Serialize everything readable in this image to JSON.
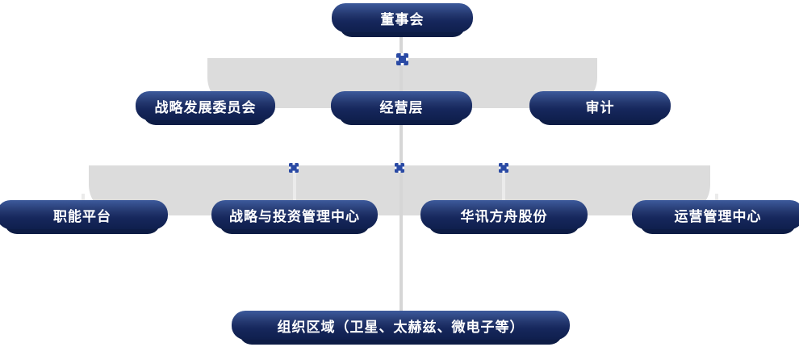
{
  "chart": {
    "type": "org-chart",
    "nodes": [
      {
        "id": "board",
        "label": "董事会",
        "level": 1,
        "reports_to": null
      },
      {
        "id": "strategy-committee",
        "label": "战略发展委员会",
        "level": 2,
        "reports_to": "董事会"
      },
      {
        "id": "management",
        "label": "经营层",
        "level": 2,
        "reports_to": "董事会"
      },
      {
        "id": "audit",
        "label": "审计",
        "level": 2,
        "reports_to": "董事会"
      },
      {
        "id": "functional-platform",
        "label": "职能平台",
        "level": 3,
        "reports_to": "经营层"
      },
      {
        "id": "strategy-investment-center",
        "label": "战略与投资管理中心",
        "level": 3,
        "reports_to": "经营层"
      },
      {
        "id": "huaxun-fangzhou",
        "label": "华讯方舟股份",
        "level": 3,
        "reports_to": "经营层"
      },
      {
        "id": "operations-center",
        "label": "运营管理中心",
        "level": 3,
        "reports_to": "经营层"
      },
      {
        "id": "org-regions",
        "label": "组织区域（卫星、太赫兹、微电子等）",
        "level": 4,
        "reports_to": "经营层"
      }
    ],
    "colors": {
      "node_gradient_top": "#3d5a9c",
      "node_gradient_bottom": "#0f1f4d",
      "node_shadow": "#0d1c45",
      "connector_band": "#dcdcdc",
      "connector_line": "#d6d6d6",
      "junction_cross": "#2a4aa4",
      "label_text": "#ffffff",
      "background": "#ffffff"
    }
  }
}
